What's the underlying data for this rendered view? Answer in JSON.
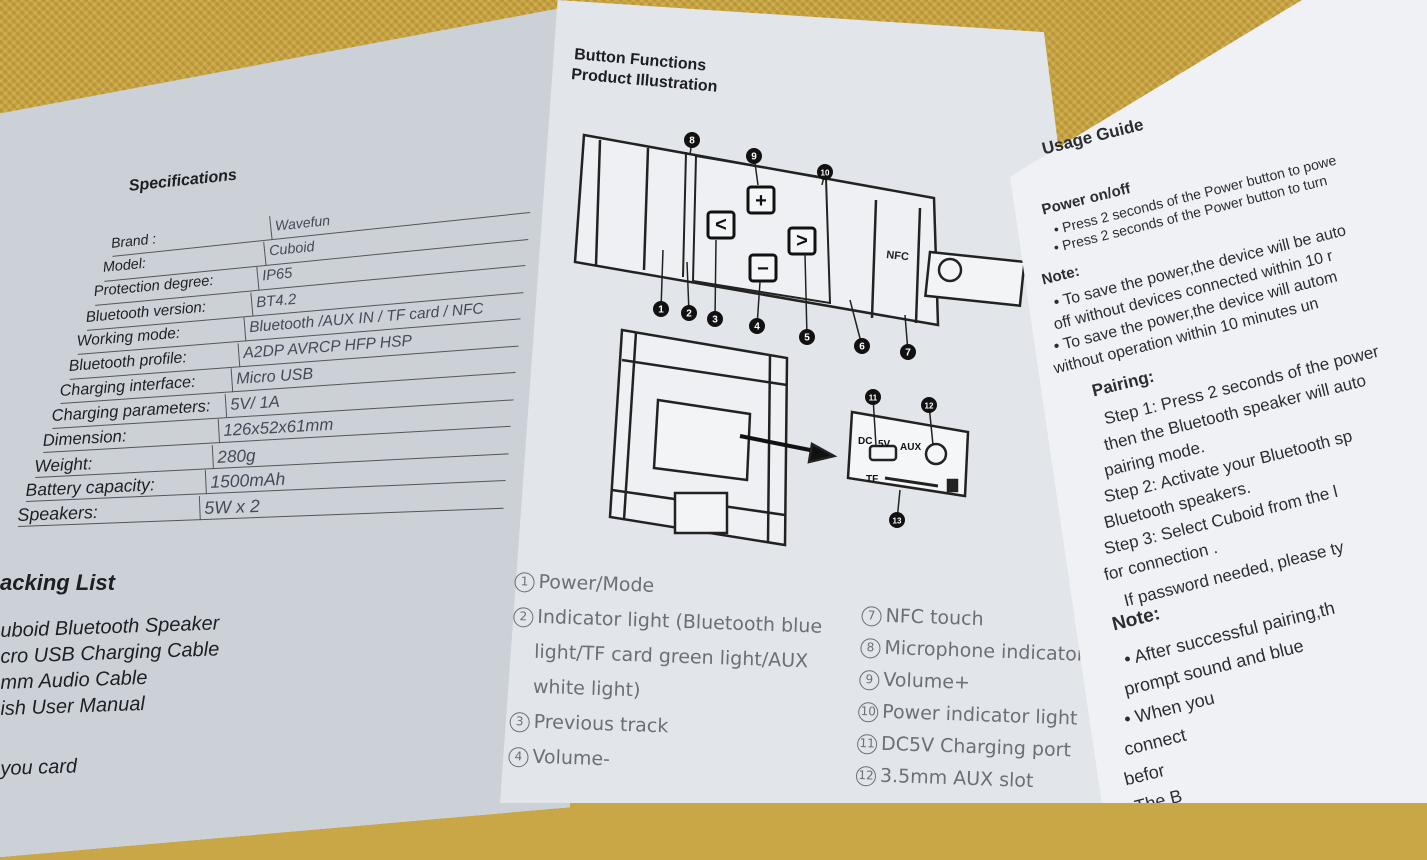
{
  "specifications": {
    "title": "Specifications",
    "rows": [
      {
        "label": "Brand :",
        "value": "Wavefun"
      },
      {
        "label": "Model:",
        "value": "Cuboid"
      },
      {
        "label": "Protection degree:",
        "value": "IP65"
      },
      {
        "label": "Bluetooth version:",
        "value": "BT4.2"
      },
      {
        "label": "Working mode:",
        "value": "Bluetooth /AUX  IN / TF card / NFC"
      },
      {
        "label": "Bluetooth profile:",
        "value": "A2DP AVRCP HFP HSP"
      },
      {
        "label": "Charging interface:",
        "value": "Micro USB"
      },
      {
        "label": "Charging parameters:",
        "value": "5V/ 1A"
      },
      {
        "label": "Dimension:",
        "value": "126x52x61mm"
      },
      {
        "label": "Weight:",
        "value": "280g"
      },
      {
        "label": "Battery capacity:",
        "value": "1500mAh"
      },
      {
        "label": "Speakers:",
        "value": "5W x 2"
      }
    ]
  },
  "packing_list": {
    "title": "acking List",
    "items": [
      "uboid Bluetooth Speaker",
      "cro USB Charging Cable",
      "mm Audio Cable",
      "ish User Manual",
      "you card"
    ]
  },
  "button_functions": {
    "title": "Button Functions",
    "subtitle": "Product Illustration",
    "diagram": {
      "nfc_label": "NFC",
      "button_glyphs": [
        "+",
        "−",
        "<",
        ">"
      ],
      "callouts": [
        "1",
        "2",
        "3",
        "4",
        "5",
        "6",
        "7",
        "8",
        "9",
        "10",
        "11",
        "12",
        "13"
      ],
      "port_labels": {
        "dc": "DC",
        "fivev": "5V",
        "aux": "AUX",
        "tf": "TF"
      }
    },
    "legend_left": [
      {
        "num": "1",
        "text": "Power/Mode"
      },
      {
        "num": "2",
        "text": "Indicator light (Bluetooth blue"
      },
      {
        "num": "",
        "text": "light/TF card green light/AUX"
      },
      {
        "num": "",
        "text": "white light)"
      },
      {
        "num": "3",
        "text": "Previous track"
      },
      {
        "num": "4",
        "text": "Volume-"
      }
    ],
    "legend_right": [
      {
        "num": "7",
        "text": "NFC touch"
      },
      {
        "num": "8",
        "text": "Microphone indicator light"
      },
      {
        "num": "9",
        "text": "Volume+"
      },
      {
        "num": "10",
        "text": "Power indicator light"
      },
      {
        "num": "11",
        "text": "DC5V Charging port"
      },
      {
        "num": "12",
        "text": "3.5mm AUX slot"
      }
    ]
  },
  "usage_guide": {
    "title": "Usage Guide",
    "power_heading": "Power on/off",
    "power_lines": [
      "• Press 2 seconds of the Power button to powe",
      "• Press 2 seconds of the Power button to turn"
    ],
    "note1_heading": "Note:",
    "note1_lines": [
      "• To save the power,the device will be auto",
      "off without devices connected within 10 r",
      "• To save the power,the device will autom",
      "without operation within 10 minutes un"
    ],
    "pairing_heading": "Pairing:",
    "pairing_lines": [
      "Step 1: Press 2 seconds of the power",
      "then the Bluetooth speaker will  auto",
      "pairing mode.",
      "Step 2: Activate your Bluetooth sp",
      "Bluetooth speakers.",
      "Step 3: Select Cuboid from the l",
      "for connection .",
      "If password needed, please ty"
    ],
    "note2_heading": "Note:",
    "note2_lines": [
      "• After successful pairing,th",
      "prompt sound and blue",
      "• When you",
      "connect",
      "befor",
      "• The B"
    ]
  },
  "colors": {
    "tablecloth": "#c5a244",
    "paper": "#e2e5ea",
    "ink": "#1d1f24",
    "legend_ink": "#6a6f78"
  }
}
